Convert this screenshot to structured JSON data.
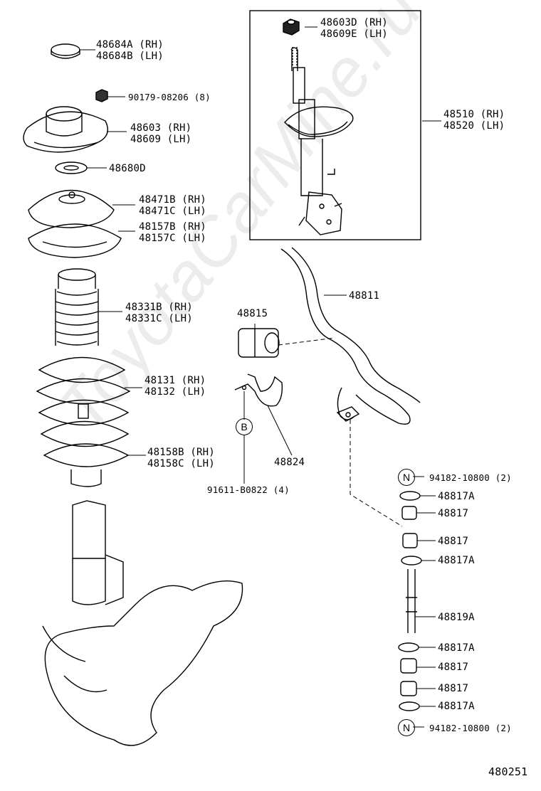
{
  "watermark": "ToyotaCarMine.ru",
  "diagram_id": "480251",
  "callouts": {
    "cap": [
      "48684A (RH)",
      "48684B (LH)"
    ],
    "nut_top": "90179-08206 (8)",
    "support": [
      "48603 (RH)",
      "48609 (LH)"
    ],
    "bearing": "48680D",
    "spring_seat_upper": [
      "48471B (RH)",
      "48471C (LH)"
    ],
    "insulator_upper": [
      "48157B (RH)",
      "48157C (LH)"
    ],
    "bump_stopper": [
      "48331B (RH)",
      "48331C (LH)"
    ],
    "coil_spring": [
      "48131 (RH)",
      "48132 (LH)"
    ],
    "insulator_lower": [
      "48158B (RH)",
      "48158C (LH)"
    ],
    "strut_nut": [
      "48603D (RH)",
      "48609E (LH)"
    ],
    "strut_absorber": [
      "48510 (RH)",
      "48520 (LH)"
    ],
    "stabilizer_bar": "48811",
    "bushing": "48815",
    "bracket": "48824",
    "bolt": "91611-B0822 (4)",
    "link_nut_top": "94182-10800 (2)",
    "retainer_1": "48817A",
    "cushion_1": "48817",
    "cushion_2": "48817",
    "retainer_2": "48817A",
    "link_bolt": "48819A",
    "retainer_3": "48817A",
    "cushion_3": "48817",
    "cushion_4": "48817",
    "retainer_4": "48817A",
    "link_nut_bottom": "94182-10800 (2)"
  },
  "markers": {
    "n_top": "N",
    "n_bottom": "N",
    "b": "B"
  }
}
